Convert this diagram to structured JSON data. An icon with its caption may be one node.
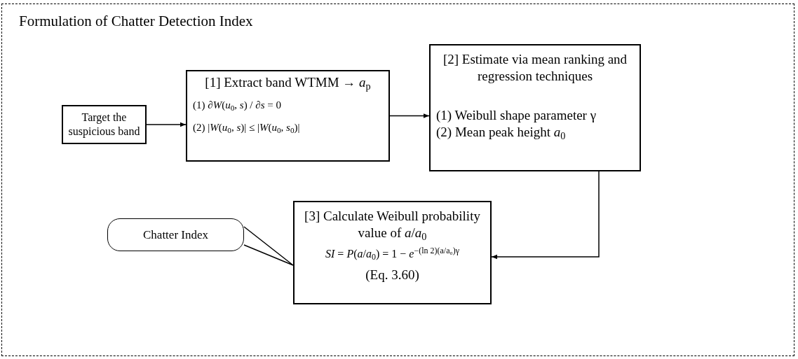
{
  "diagram": {
    "nodes": [
      {
        "text": [
          "Formulation of Chatter Detection Index"
        ]
      },
      {
        "text": [
          "Target the suspicious band"
        ],
        "in": 0
      },
      {
        "text": [
          "[1] Extract band WTMM → *a*$_{p}$",
          "(1) ∂*W*(*u*$_{0}$, *s*) / ∂*s* = 0",
          "(2) |*W*(*u*$_{0}$, *s*)| ≤ |*W*(*u*$_{0}$, *s*$_{0}$)|"
        ],
        "in": 0
      },
      {
        "text": [
          "[2] Estimate via mean ranking and regression techniques",
          "(1) Weibull shape parameter γ",
          "(2) Mean peak height *a*$_{0}$"
        ],
        "in": 0
      },
      {
        "text": [
          "[3] Calculate Weibull probability value of *a*/*a*$_{0}$",
          "*SI* = *P*(*a*/*a*$_{0}$) = 1 − *e*$^{−(ln 2)(a/a₀)γ}$",
          "(Eq. 3.60)"
        ],
        "in": 0
      },
      {
        "text": [
          "Chatter Index"
        ],
        "in": 0
      }
    ],
    "edges": [
      {
        "from": 1,
        "to": 2,
        "arrow": "to"
      },
      {
        "from": 2,
        "to": 3,
        "arrow": "to"
      },
      {
        "from": 3,
        "to": 4,
        "arrow": "to"
      },
      {
        "from": 5,
        "to": 4,
        "arrow": "none"
      }
    ]
  }
}
